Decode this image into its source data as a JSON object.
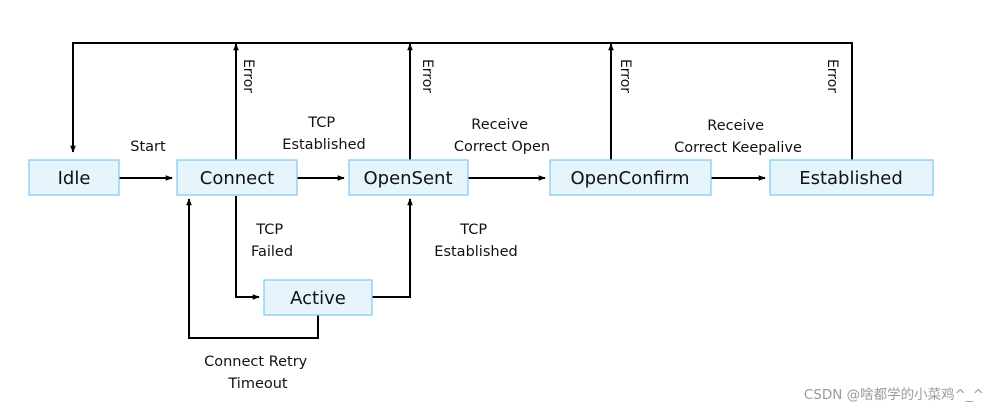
{
  "states": {
    "idle": "Idle",
    "connect": "Connect",
    "opensent": "OpenSent",
    "openconfirm": "OpenConfirm",
    "established": "Established",
    "active": "Active"
  },
  "labels": {
    "start": "Start",
    "tcp_established_top": [
      "TCP",
      "Established"
    ],
    "receive_correct_open": [
      "Receive",
      "Correct Open"
    ],
    "receive_correct_keepalive": [
      "Receive",
      "Correct Keepalive"
    ],
    "tcp_failed": [
      "TCP",
      "Failed"
    ],
    "tcp_established_bottom": [
      "TCP",
      "Established"
    ],
    "connect_retry_timeout": [
      "Connect Retry",
      "Timeout"
    ],
    "error": "Error"
  },
  "watermark": "CSDN @啥都学的小菜鸡^_^"
}
